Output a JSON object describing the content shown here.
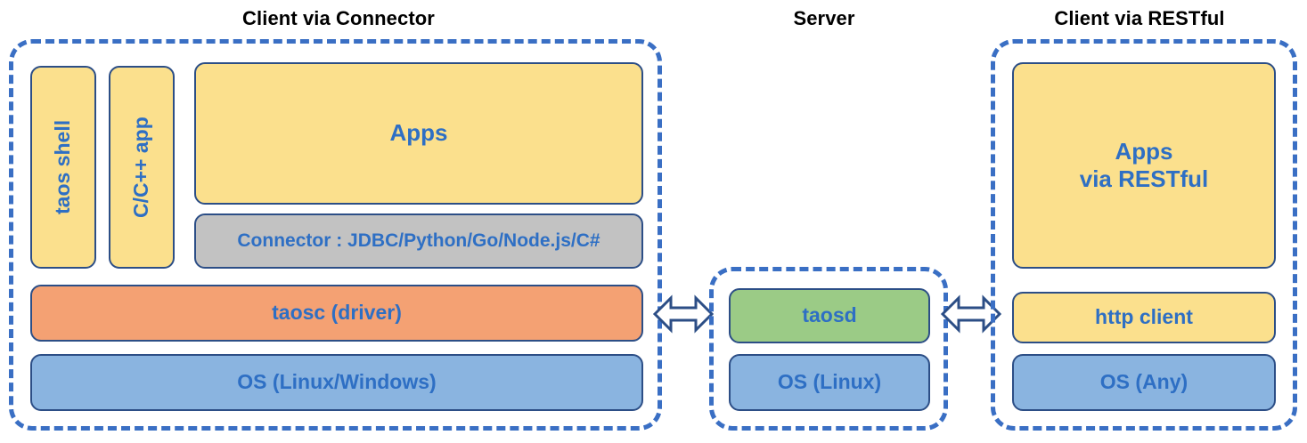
{
  "diagram": {
    "title_color": "#000000",
    "accent_border": "#3A6FC4",
    "box_border": "#2C4E86",
    "label_color": "#2E6FC4",
    "fill_yellow": "#FBE08D",
    "fill_orange": "#F4A173",
    "fill_blue": "#8AB4E0",
    "fill_green": "#9BCB86",
    "fill_grey": "#C2C2C2",
    "sections": [
      {
        "id": "client-via-connector",
        "title": "Client via Connector",
        "boxes": [
          {
            "id": "taos-shell",
            "label": "taos shell"
          },
          {
            "id": "c-cpp-app",
            "label": "C/C++ app"
          },
          {
            "id": "apps",
            "label": "Apps"
          },
          {
            "id": "connector",
            "label": "Connector : JDBC/Python/Go/Node.js/C#"
          },
          {
            "id": "taosc-driver",
            "label": "taosc (driver)"
          },
          {
            "id": "os-client",
            "label": "OS (Linux/Windows)"
          }
        ]
      },
      {
        "id": "server",
        "title": "Server",
        "boxes": [
          {
            "id": "taosd",
            "label": "taosd"
          },
          {
            "id": "os-server",
            "label": "OS (Linux)"
          }
        ]
      },
      {
        "id": "client-via-restful",
        "title": "Client via RESTful",
        "boxes": [
          {
            "id": "apps-restful",
            "label_line1": "Apps",
            "label_line2": "via RESTful"
          },
          {
            "id": "http-client",
            "label": "http client"
          },
          {
            "id": "os-restful",
            "label": "OS (Any)"
          }
        ]
      }
    ],
    "connectors": [
      {
        "id": "connector-left",
        "kind": "double-headed-arrow"
      },
      {
        "id": "connector-right",
        "kind": "double-headed-arrow"
      }
    ]
  }
}
